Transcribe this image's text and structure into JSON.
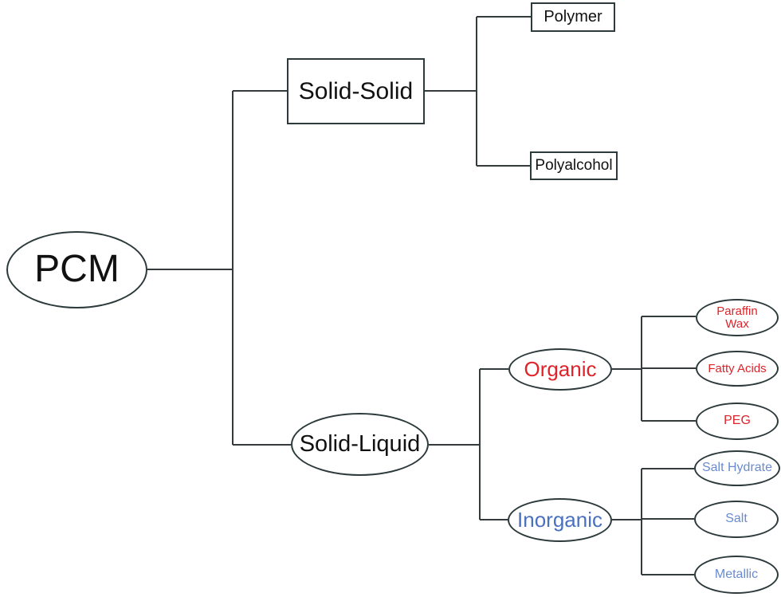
{
  "diagram": {
    "title": "PCM classification tree",
    "colors": {
      "line": "#333b3d",
      "border": "#2c3a3c",
      "text": "#111111",
      "red": "#e0232a",
      "blue": "#4a70c0",
      "leaf_blue": "#6a8bd0"
    },
    "nodes": {
      "root": {
        "label": "PCM"
      },
      "solid_solid": {
        "label": "Solid-Solid"
      },
      "polymer": {
        "label": "Polymer"
      },
      "polyalcohol": {
        "label": "Polyalcohol"
      },
      "solid_liquid": {
        "label": "Solid-Liquid"
      },
      "organic": {
        "label": "Organic"
      },
      "paraffin_wax": {
        "label": "Paraffin Wax"
      },
      "fatty_acids": {
        "label": "Fatty Acids"
      },
      "peg": {
        "label": "PEG"
      },
      "inorganic": {
        "label": "Inorganic"
      },
      "salt_hydrate": {
        "label": "Salt Hydrate"
      },
      "salt": {
        "label": "Salt"
      },
      "metallic": {
        "label": "Metallic"
      }
    }
  }
}
